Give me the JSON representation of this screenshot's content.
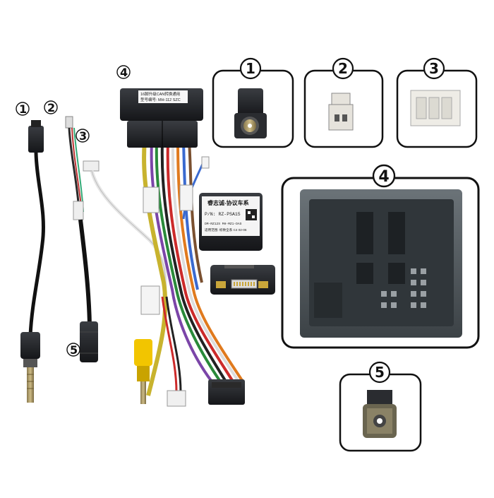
{
  "callouts": {
    "plug1": "1",
    "plug2": "2",
    "plug3": "3",
    "box4": "4",
    "plug5": "5"
  },
  "panels": {
    "p1": "1",
    "p2": "2",
    "p3": "3",
    "p4": "4",
    "p5": "5"
  },
  "box_label_top": {
    "line1": "16脚升级CAN转换通用",
    "line2": "型号编号: MH-112 SZC"
  },
  "module_label": {
    "title": "睿志诚-协议车系",
    "pn": "P/N: RZ-PSA15",
    "line1": "DM-RZ12S  MH-MZ1-DAS",
    "line2": "适用范围: 标致全系 C4 02-06"
  },
  "colors": {
    "outline": "#111111",
    "connector_black": "#1c1d20",
    "grey_box": "#4c5358",
    "rca_yellow": "#f2c500"
  }
}
